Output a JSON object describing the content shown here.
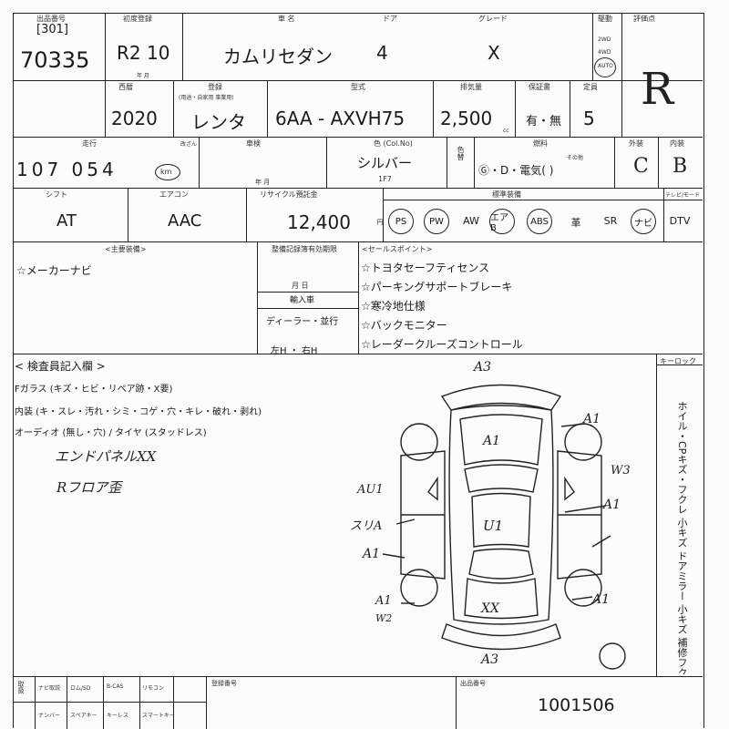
{
  "header": {
    "exhibit_label": "出品番号",
    "venue": "[301]",
    "lot_number": "70335",
    "first_reg_label": "初度登録",
    "first_reg": "R2 10",
    "first_reg_unit": "年    月",
    "model_label": "車    名",
    "model": "カムリセダン",
    "doors_label": "ドア",
    "doors": "4",
    "grade_label": "グレード",
    "grade": "X",
    "drive_label": "駆動",
    "drive_2wd": "2WD",
    "drive_4wd": "4WD",
    "trans_auto": "AUTO",
    "score_label": "評価点",
    "score": "R"
  },
  "row2": {
    "year_label": "西暦",
    "year": "2020",
    "plate_label": "登録",
    "plate_note": "(用途・自家用 事業用)",
    "plate": "レンタ",
    "type_label": "型式",
    "type": "6AA  -  AXVH75",
    "cc_label": "排気量",
    "cc": "2,500",
    "cc_unit": "cc",
    "inspection_label": "保証書",
    "inspection": "有・無",
    "capacity_label": "定員",
    "capacity": "5"
  },
  "row3": {
    "mileage_label": "走行",
    "mileage": "107 054",
    "mileage_unit": "km",
    "mileage_note": "改ざん",
    "shaken_label": "車検",
    "shaken_unit": "年        月",
    "color_label": "色 (Col.No)",
    "color": "シルバー",
    "color_code": "1F7",
    "color_change": "色替",
    "fuel_label": "燃料",
    "fuel": "Ⓖ・D・電気(      )",
    "fuel_other": "その他",
    "exterior_label": "外装",
    "exterior": "C",
    "interior_label": "内装",
    "interior": "B"
  },
  "row4": {
    "shift_label": "シフト",
    "shift": "AT",
    "ac_label": "エアコン",
    "ac": "AAC",
    "recycle_label": "リサイクル預託金",
    "recycle": "12,400",
    "recycle_unit": "円",
    "equipment_label": "標準装備",
    "equipment": [
      "PS",
      "PW",
      "AW",
      "エアB",
      "ABS",
      "革",
      "SR",
      "ナビ",
      "DTV"
    ],
    "equipment_circled": [
      true,
      true,
      false,
      true,
      true,
      false,
      false,
      true,
      false
    ],
    "extra_label": "テレビ/モード"
  },
  "notes": {
    "options_label": "<主要装備>",
    "options": [
      "☆メーカーナビ"
    ],
    "records_label": "整備記録簿有効期限",
    "records_unit": "月        日",
    "import_label": "輸入車",
    "dealer": "ディーラー・並行",
    "steering": "左H  ・  右H",
    "sales_label": "<セールスポイント>",
    "sales_points": [
      "☆トヨタセーフティセンス",
      "☆パーキングサポートブレーキ",
      "☆寒冷地仕様",
      "☆バックモニター",
      "☆レーダークルーズコントロール"
    ]
  },
  "inspector": {
    "title": "< 検査員記入欄 >",
    "line1": "Fガラス (キズ・ヒビ・リペア跡・X要)",
    "line2": "内装 (キ・スレ・汚れ・シミ・コゲ・穴・キレ・破れ・剥れ)",
    "line3": "オーディオ (無し・穴) / タイヤ (スタッドレス)",
    "hand1": "エンドパネルXX",
    "hand2": "Rフロア歪",
    "keyless_label": "キーロック",
    "vertical_note": "ホイル・CPキズ・フクレ  小キズ  ドアミラー  小キズ  補修フクレ"
  },
  "diagram_marks": [
    "A3",
    "A1",
    "A1",
    "W3",
    "AU1",
    "スリA",
    "A1",
    "U1",
    "A1",
    "A1",
    "A1",
    "W2",
    "XX",
    "A3"
  ],
  "footer": {
    "items": [
      "取扱",
      "ナビ取説",
      "ロム/SD",
      "B-CAS",
      "リモコン",
      "ナンバー",
      "スペアキー",
      "キーレス",
      "スマートキー"
    ],
    "register_label": "登録番号",
    "auction_label": "出品番号",
    "auction_number": "1001506"
  }
}
